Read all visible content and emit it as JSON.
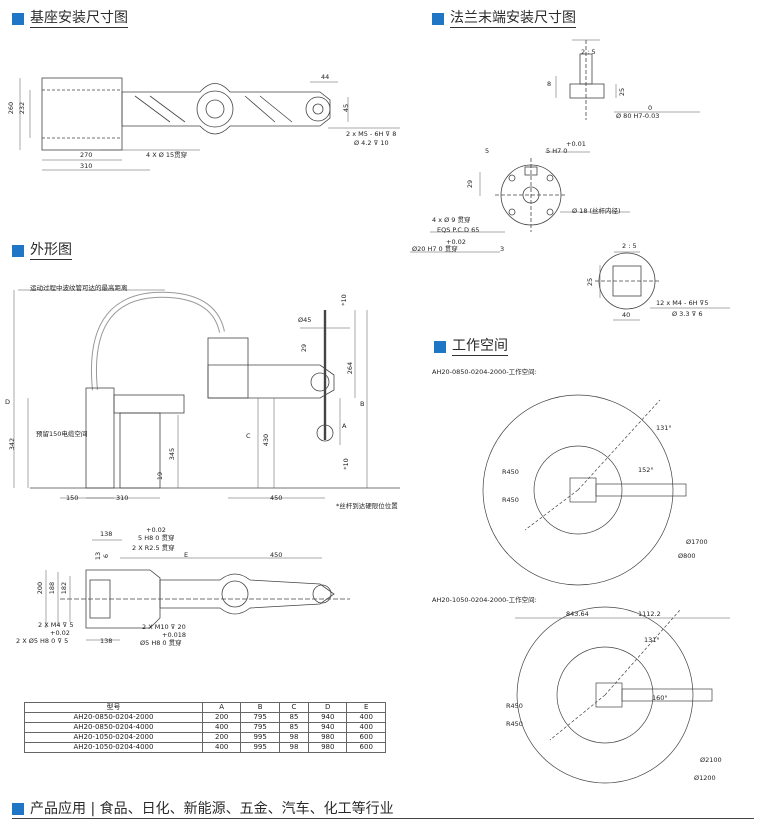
{
  "sections": {
    "base_mount": "基座安装尺寸图",
    "flange": "法兰末端安装尺寸图",
    "outline": "外形图",
    "workspace": "工作空间",
    "applications": "产品应用 | 食品、日化、新能源、五金、汽车、化工等行业"
  },
  "base_dims": {
    "d260": "260",
    "d232": "232",
    "d44": "44",
    "d45": "45",
    "d270": "270",
    "d310": "310",
    "hole_spec": "4 X  Ø 15贯穿",
    "tap_spec_1": "2 x  M5 - 6H  ⊽ 8",
    "tap_spec_2": "Ø 4.2  ⊽ 10"
  },
  "flange_dims": {
    "view_label": "2 : 5",
    "d8": "8",
    "d25": "25",
    "d0": "0",
    "bore": "Ø 80 H7-0.03",
    "tol_plus": "+0.01",
    "tol_slot": "5 H7  0",
    "d5": "5",
    "d29": "29",
    "hole4": "4 x  Ø 9  贯穿",
    "eqs": "EQS P.C.D 65",
    "tol2": "+0.02",
    "pin": "Ø20 H7  0   贯穿",
    "depth3": "3",
    "ball_screw": "Ø 18 (丝杆内径)",
    "view_label2": "2 : 5",
    "d25b": "25",
    "d40": "40",
    "tap_m4": "12 x M4 - 6H ⊽5",
    "tap_m4_2": "Ø 3.3  ⊽ 6"
  },
  "outline_dims": {
    "cable_note": "运动过程中波纹管可达的最高距离",
    "d10a": "*10",
    "d45": "Ø45",
    "d29": "29",
    "d264": "264",
    "dB": "B",
    "dA": "A",
    "dD": "D",
    "dC": "C",
    "d430": "430",
    "d345": "345",
    "d342": "342",
    "d19": "19",
    "d10b": "*10",
    "cable_space": "预留150电缆空间",
    "d150": "150",
    "d310": "310",
    "d450": "450",
    "stopper_note": "*丝杆到达硬限位位置"
  },
  "plan_dims": {
    "d138": "138",
    "t002a": "+0.02",
    "slot_spec": "5 H8 0  贯穿",
    "r25": "2 X R2.5 贯穿",
    "d6": "6",
    "d13": "13",
    "dE": "E",
    "d450": "450",
    "d200": "200",
    "d188": "188",
    "d182": "182",
    "m4": "2 X M4 ⊽ 5",
    "t002b": "+0.02",
    "pin5": "2 X Ø5 H8 0  ⊽ 5",
    "d138b": "138",
    "m10": "2 X M10 ⊽ 20",
    "t0018": "+0.018",
    "pin5b": "Ø5 H8 0  贯穿"
  },
  "workspace": {
    "cap1": "AH20-0850-0204-2000-工作空间:",
    "ang131": "131°",
    "ang152": "152°",
    "r450a": "R450",
    "r450b": "R450",
    "dia1700": "Ø1700",
    "dia800": "Ø800",
    "cap2": "AH20-1050-0204-2000-工作空间:",
    "w84364": "843.64",
    "w11122": "1112.2",
    "ang131b": "131°",
    "ang160": "160°",
    "r450c": "R450",
    "r450d": "R450",
    "dia2100": "Ø2100",
    "dia1200": "Ø1200"
  },
  "spec_table": {
    "headers": [
      "型号",
      "A",
      "B",
      "C",
      "D",
      "E"
    ],
    "rows": [
      [
        "AH20-0850-0204-2000",
        "200",
        "795",
        "85",
        "940",
        "400"
      ],
      [
        "AH20-0850-0204-4000",
        "400",
        "795",
        "85",
        "940",
        "400"
      ],
      [
        "AH20-1050-0204-2000",
        "200",
        "995",
        "98",
        "980",
        "600"
      ],
      [
        "AH20-1050-0204-4000",
        "400",
        "995",
        "98",
        "980",
        "600"
      ]
    ]
  },
  "colors": {
    "accent": "#1f76c4",
    "line": "#333333"
  }
}
